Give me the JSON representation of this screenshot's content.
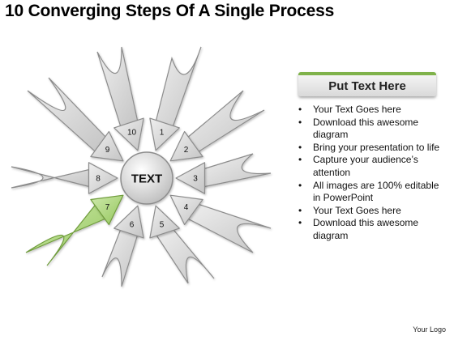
{
  "title": "10 Converging Steps Of A Single Process",
  "diagram": {
    "center_label": "TEXT",
    "steps": [
      {
        "label": "1"
      },
      {
        "label": "2"
      },
      {
        "label": "3"
      },
      {
        "label": "4"
      },
      {
        "label": "5"
      },
      {
        "label": "6"
      },
      {
        "label": "7",
        "highlight": true
      },
      {
        "label": "8"
      },
      {
        "label": "9"
      },
      {
        "label": "10"
      }
    ],
    "colors": {
      "arrow_fill": "#d2d2d2",
      "arrow_stroke": "#8c8c8c",
      "highlight_fill": "#a6d46e",
      "highlight_stroke": "#6f9c3c",
      "hub_fill": "#d6d6d6"
    }
  },
  "panel": {
    "header": "Put Text Here",
    "accent_color": "#7fb24a",
    "bullets": [
      "Your Text Goes here",
      "Download this awesome diagram",
      "Bring your presentation to life",
      "Capture your audience’s attention",
      "All images are 100% editable in PowerPoint",
      "Your Text Goes here",
      "Download this awesome diagram"
    ]
  },
  "footer": "Your Logo"
}
